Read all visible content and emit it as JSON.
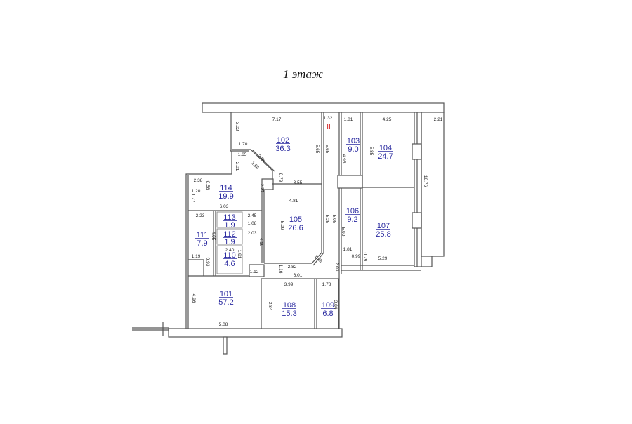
{
  "title": "1 этаж",
  "marker": "II",
  "rooms": [
    {
      "number": "101",
      "area": "57.2"
    },
    {
      "number": "102",
      "area": "36.3"
    },
    {
      "number": "103",
      "area": "9.0"
    },
    {
      "number": "104",
      "area": "24.7"
    },
    {
      "number": "105",
      "area": "26.6"
    },
    {
      "number": "106",
      "area": "9.2"
    },
    {
      "number": "107",
      "area": "25.8"
    },
    {
      "number": "108",
      "area": "15.3"
    },
    {
      "number": "109",
      "area": "6.8"
    },
    {
      "number": "110",
      "area": "4.6"
    },
    {
      "number": "111",
      "area": "7.9"
    },
    {
      "number": "112",
      "area": "1.9"
    },
    {
      "number": "113",
      "area": "1.9"
    },
    {
      "number": "114",
      "area": "19.9"
    }
  ],
  "dimensions": [
    "7.17",
    "1.32",
    "1.81",
    "4.25",
    "2.21",
    "3.02",
    "1.70",
    "1.65",
    "2.01",
    "1.64",
    "2.58",
    "0.79",
    "3.55",
    "5.65",
    "5.65",
    "4.95",
    "5.85",
    "10.76",
    "2.38",
    "0.58",
    "1.20",
    "1.77",
    "2.77",
    "4.81",
    "6.03",
    "2.23",
    "2.45",
    "1.08",
    "2.03",
    "4.05",
    "4.19",
    "5.09",
    "5.25",
    "5.08",
    "5.90",
    "2.40",
    "1.91",
    "1.19",
    "0.93",
    "1.12",
    "1.81",
    "0.99",
    "0.79",
    "5.29",
    "1.16",
    "2.82",
    "1.23",
    "2.03",
    "6.01",
    "3.99",
    "1.78",
    "4.96",
    "3.84",
    "3.84",
    "5.08"
  ]
}
